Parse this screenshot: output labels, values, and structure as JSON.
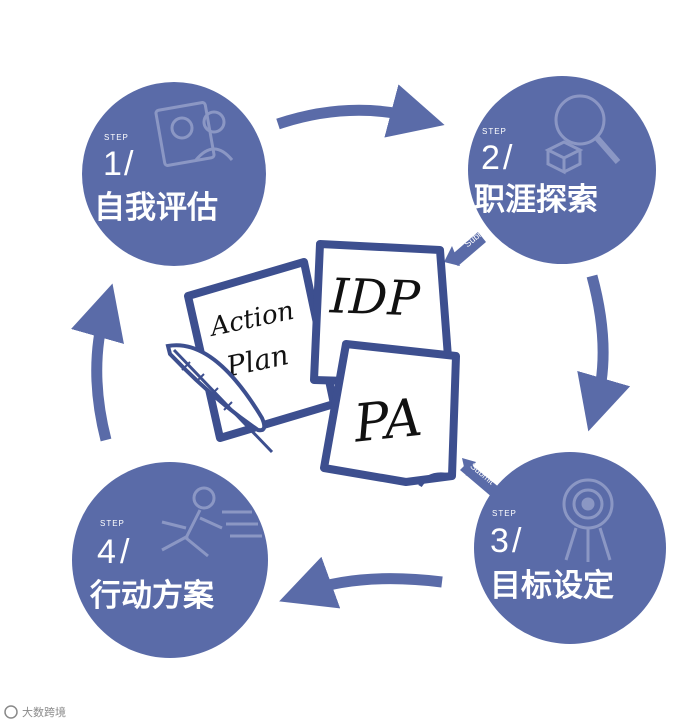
{
  "colors": {
    "circle": "#5a6ba8",
    "arrow": "#5a6ba8",
    "paper_edge": "#3d4f8f"
  },
  "steps": [
    {
      "small": "STEP",
      "number": "1",
      "title": "自我评估",
      "icon": "self-assessment-icon"
    },
    {
      "small": "STEP",
      "number": "2",
      "title": "职涯探索",
      "icon": "magnifier-icon"
    },
    {
      "small": "STEP",
      "number": "3",
      "title": "目标设定",
      "icon": "target-icon"
    },
    {
      "small": "STEP",
      "number": "4",
      "title": "行动方案",
      "icon": "runner-icon"
    }
  ],
  "documents": {
    "action_plan_line1": "Action",
    "action_plan_line2": "Plan",
    "idp": "IDP",
    "pa": "PA"
  },
  "submit_labels": {
    "top": "Submit",
    "bottom": "Submit"
  },
  "watermark": "大数跨境"
}
